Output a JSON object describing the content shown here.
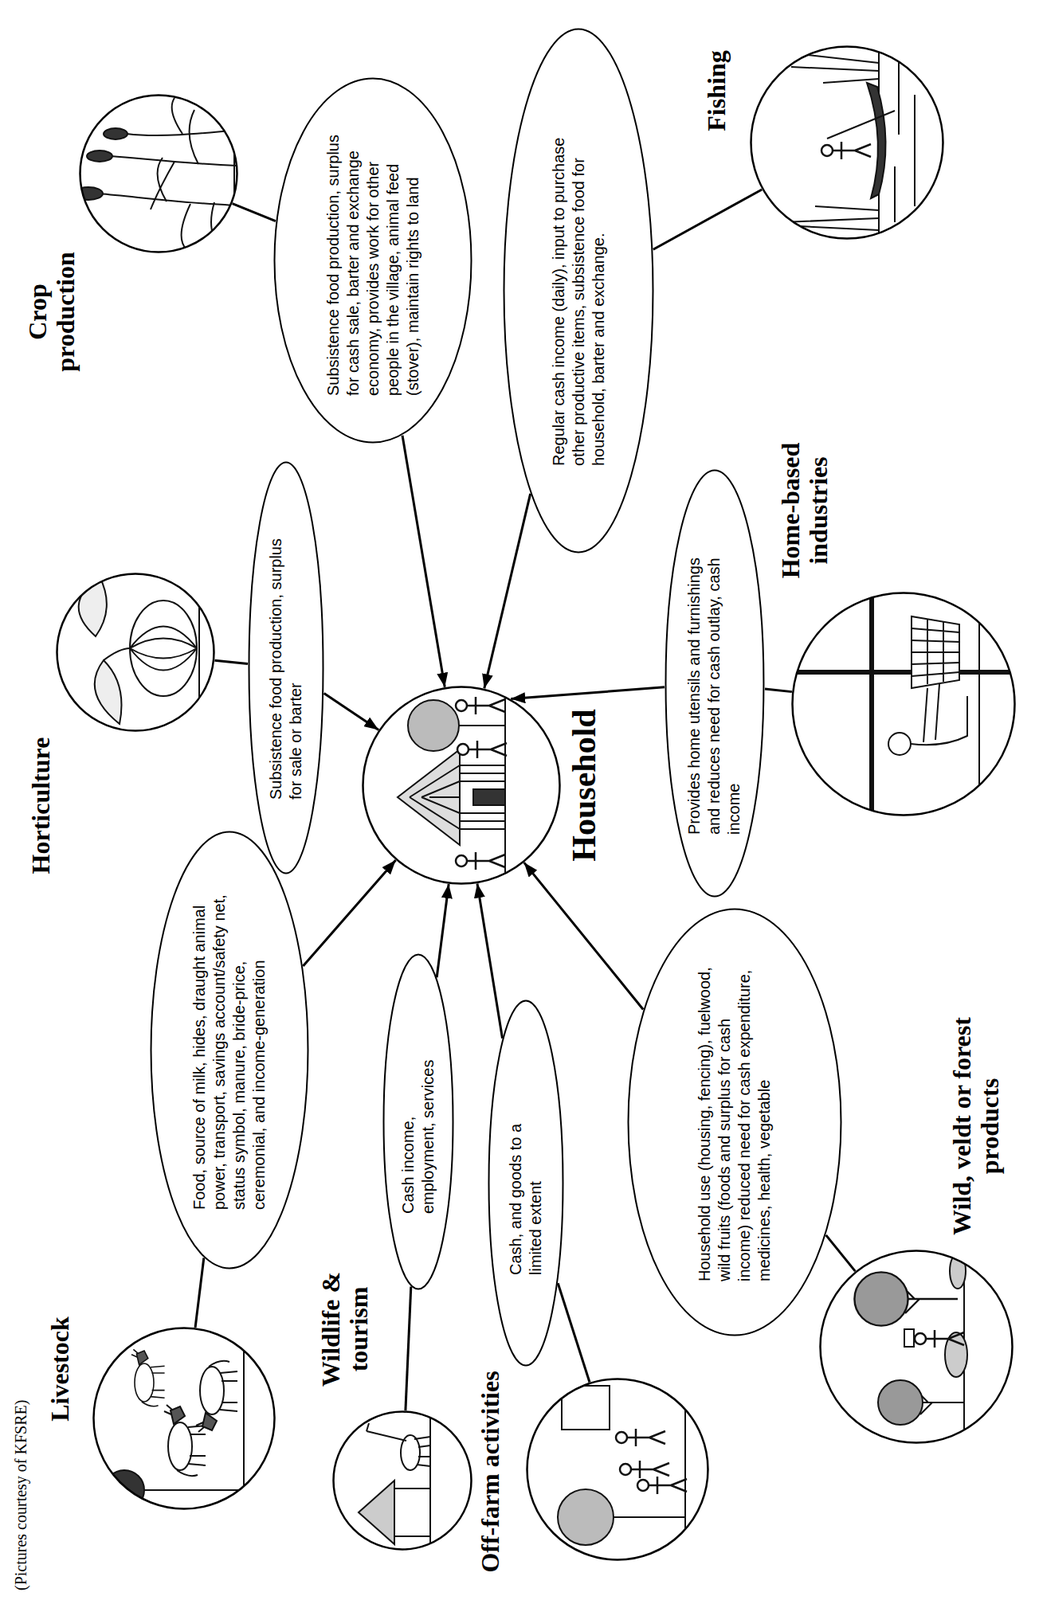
{
  "diagram": {
    "nodes": [
      {
        "text": [
          "Crop production"
        ]
      },
      {
        "text": [
          "Subsistence food production, surplus for cash sale, barter and exchange economy, provides work for other people in the village, animal feed (stover), maintain rights to land"
        ]
      },
      {
        "text": [
          "Horticulture"
        ]
      },
      {
        "text": [
          "Subsistence food production, surplus for sale or barter"
        ]
      },
      {
        "text": [
          "Fishing"
        ]
      },
      {
        "text": [
          "Regular cash income (daily), input to purchase other productive items, subsistence food for household, barter and exchange."
        ]
      },
      {
        "text": [
          "Household"
        ]
      },
      {
        "text": [
          "Home-based industries"
        ]
      },
      {
        "text": [
          "Provides home utensils and furnishings and reduces need for cash outlay, cash income"
        ]
      },
      {
        "text": [
          "Livestock"
        ]
      },
      {
        "text": [
          "Food, source of milk, hides, draught animal power, transport, savings account/safety net, status symbol, manure, bride-price, ceremonial, and income-generation"
        ]
      },
      {
        "text": [
          "Wildlife & tourism"
        ]
      },
      {
        "text": [
          "Cash income, employment, services"
        ]
      },
      {
        "text": [
          "Off-farm activities"
        ]
      },
      {
        "text": [
          "Cash, and goods to a limited extent"
        ]
      },
      {
        "text": [
          "Wild, veldt or forest products"
        ]
      },
      {
        "text": [
          "Household use (housing, fencing), fuelwood, wild fruits (foods and surplus for cash income) reduced need for cash expenditure, medicines, health, vegetable"
        ]
      }
    ],
    "edges": [
      {
        "from": 0,
        "to": 1,
        "arrow": "none"
      },
      {
        "from": 1,
        "to": 6,
        "arrow": "to"
      },
      {
        "from": 2,
        "to": 3,
        "arrow": "none"
      },
      {
        "from": 3,
        "to": 6,
        "arrow": "to"
      },
      {
        "from": 4,
        "to": 5,
        "arrow": "none"
      },
      {
        "from": 5,
        "to": 6,
        "arrow": "to"
      },
      {
        "from": 7,
        "to": 8,
        "arrow": "none"
      },
      {
        "from": 8,
        "to": 6,
        "arrow": "to"
      },
      {
        "from": 9,
        "to": 10,
        "arrow": "none"
      },
      {
        "from": 10,
        "to": 6,
        "arrow": "to"
      },
      {
        "from": 11,
        "to": 12,
        "arrow": "none"
      },
      {
        "from": 12,
        "to": 6,
        "arrow": "to"
      },
      {
        "from": 13,
        "to": 14,
        "arrow": "none"
      },
      {
        "from": 14,
        "to": 6,
        "arrow": "to"
      },
      {
        "from": 15,
        "to": 16,
        "arrow": "none"
      },
      {
        "from": 16,
        "to": 6,
        "arrow": "to"
      }
    ],
    "labels": [
      "(Pictures courtesy of KFSRE)"
    ]
  }
}
